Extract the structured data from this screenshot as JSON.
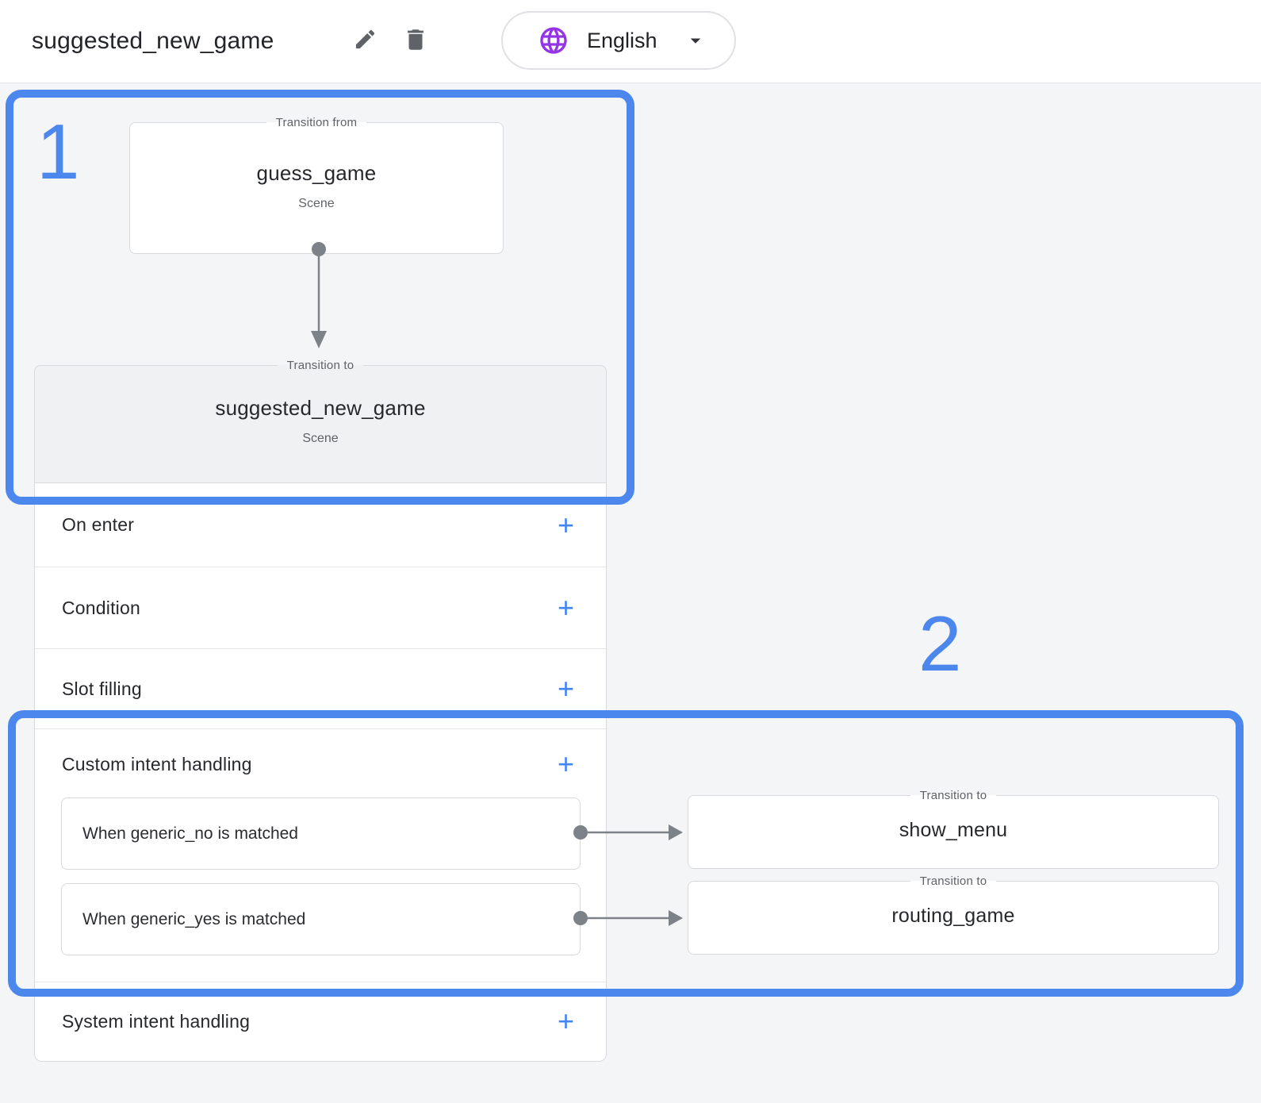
{
  "header": {
    "title": "suggested_new_game",
    "language": {
      "label": "English"
    }
  },
  "annotations": {
    "step1": "1",
    "step2": "2"
  },
  "diagram": {
    "transition_from": {
      "legend": "Transition from",
      "name": "guess_game",
      "type": "Scene"
    },
    "transition_to": {
      "legend": "Transition to",
      "name": "suggested_new_game",
      "type": "Scene"
    }
  },
  "scene_sections": {
    "on_enter": "On enter",
    "condition": "Condition",
    "slot_filling": "Slot filling",
    "custom_intent": "Custom intent handling",
    "system_intent": "System intent handling",
    "add_label": "+"
  },
  "custom_intents": [
    {
      "label": "When generic_no is matched",
      "target": {
        "legend": "Transition to",
        "name": "show_menu"
      }
    },
    {
      "label": "When generic_yes is matched",
      "target": {
        "legend": "Transition to",
        "name": "routing_game"
      }
    }
  ],
  "colors": {
    "accent_blue": "#4285f4",
    "annotation_blue": "#4c87ed",
    "globe_purple": "#9334e6",
    "connector_gray": "#7d8289"
  }
}
